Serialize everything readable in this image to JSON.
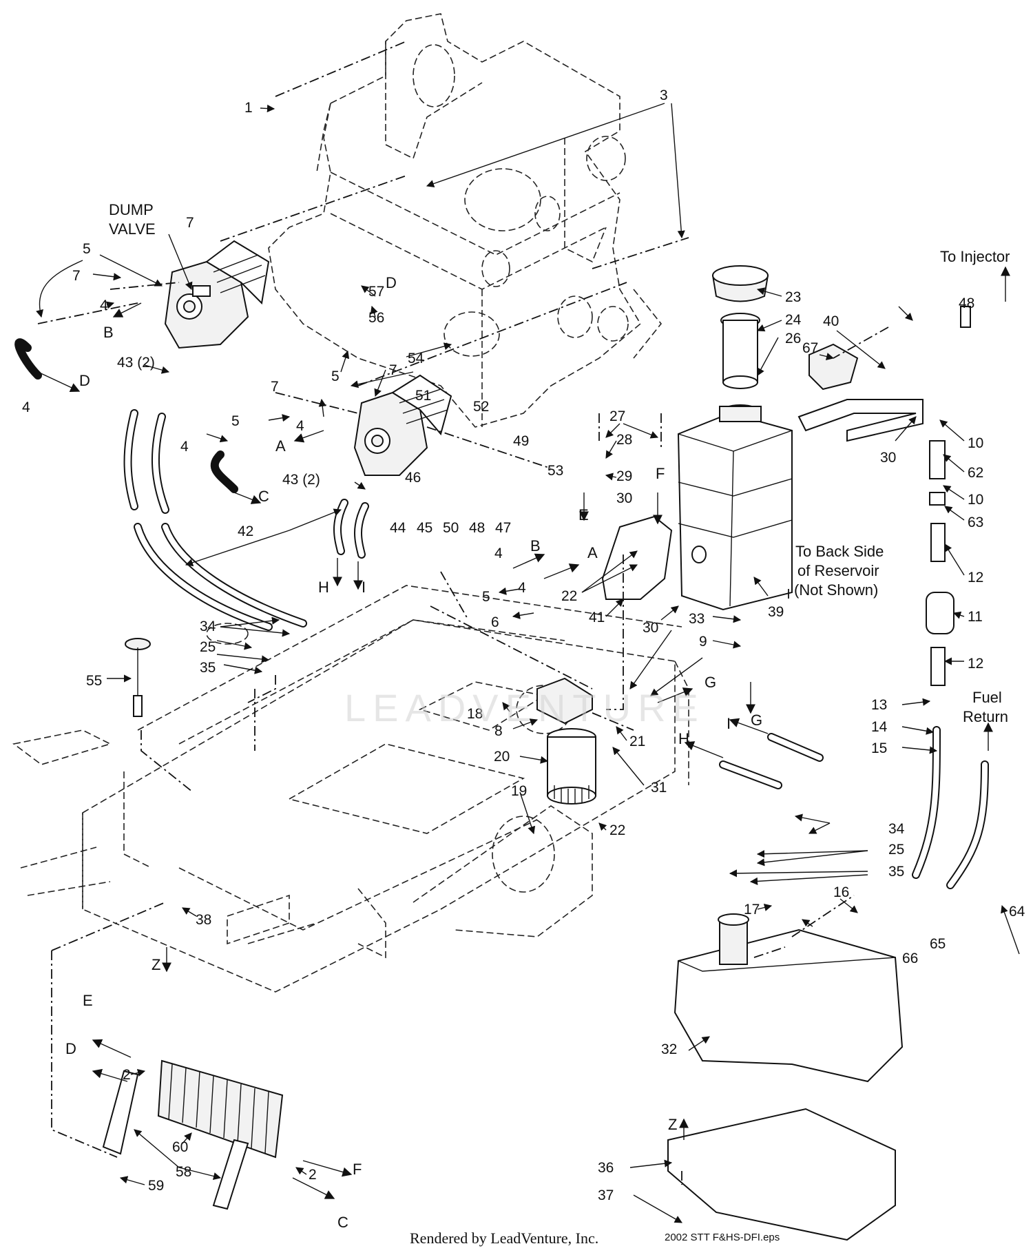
{
  "diagram": {
    "labels": {
      "dump_valve_line1": "DUMP",
      "dump_valve_line2": "VALVE",
      "to_injector": "To Injector",
      "back_side_line1": "To Back Side",
      "back_side_line2": "of Reservoir",
      "back_side_line3": "(Not Shown)",
      "fuel_return_line1": "Fuel",
      "fuel_return_line2": "Return"
    },
    "callouts": [
      {
        "id": "c1",
        "text": "1"
      },
      {
        "id": "c3",
        "text": "3"
      },
      {
        "id": "c7a",
        "text": "7"
      },
      {
        "id": "c5a",
        "text": "5"
      },
      {
        "id": "c7b",
        "text": "7"
      },
      {
        "id": "c4a",
        "text": "4"
      },
      {
        "id": "cBa",
        "text": "B"
      },
      {
        "id": "c43a",
        "text": "43 (2)"
      },
      {
        "id": "c4b",
        "text": "4"
      },
      {
        "id": "cDa",
        "text": "D"
      },
      {
        "id": "c57",
        "text": "57"
      },
      {
        "id": "c56",
        "text": "56"
      },
      {
        "id": "c54",
        "text": "54"
      },
      {
        "id": "cDb",
        "text": "D"
      },
      {
        "id": "c7c",
        "text": "7"
      },
      {
        "id": "c5b",
        "text": "5"
      },
      {
        "id": "c7d",
        "text": "7"
      },
      {
        "id": "c51",
        "text": "51"
      },
      {
        "id": "c5c",
        "text": "5"
      },
      {
        "id": "c4c",
        "text": "4"
      },
      {
        "id": "cAa",
        "text": "A"
      },
      {
        "id": "c4d",
        "text": "4"
      },
      {
        "id": "cCa",
        "text": "C"
      },
      {
        "id": "c43b",
        "text": "43 (2)"
      },
      {
        "id": "c52",
        "text": "52"
      },
      {
        "id": "c49",
        "text": "49"
      },
      {
        "id": "c46",
        "text": "46"
      },
      {
        "id": "c44",
        "text": "44"
      },
      {
        "id": "c45",
        "text": "45"
      },
      {
        "id": "c50",
        "text": "50"
      },
      {
        "id": "c48a",
        "text": "48"
      },
      {
        "id": "c47",
        "text": "47"
      },
      {
        "id": "c53",
        "text": "53"
      },
      {
        "id": "cEa",
        "text": "E"
      },
      {
        "id": "c42",
        "text": "42"
      },
      {
        "id": "cH1",
        "text": "H"
      },
      {
        "id": "cI1",
        "text": "I"
      },
      {
        "id": "c34a",
        "text": "34"
      },
      {
        "id": "c25a",
        "text": "25"
      },
      {
        "id": "c35a",
        "text": "35"
      },
      {
        "id": "c55",
        "text": "55"
      },
      {
        "id": "c27",
        "text": "27"
      },
      {
        "id": "c28",
        "text": "28"
      },
      {
        "id": "c29",
        "text": "29"
      },
      {
        "id": "cFa",
        "text": "F"
      },
      {
        "id": "c30a",
        "text": "30"
      },
      {
        "id": "c23",
        "text": "23"
      },
      {
        "id": "c24",
        "text": "24"
      },
      {
        "id": "c26",
        "text": "26"
      },
      {
        "id": "c40",
        "text": "40"
      },
      {
        "id": "c30b",
        "text": "30"
      },
      {
        "id": "c48b",
        "text": "48"
      },
      {
        "id": "c67",
        "text": "67"
      },
      {
        "id": "c10a",
        "text": "10"
      },
      {
        "id": "c62",
        "text": "62"
      },
      {
        "id": "c10b",
        "text": "10"
      },
      {
        "id": "c63",
        "text": "63"
      },
      {
        "id": "c12a",
        "text": "12"
      },
      {
        "id": "c11",
        "text": "11"
      },
      {
        "id": "c12b",
        "text": "12"
      },
      {
        "id": "c13",
        "text": "13"
      },
      {
        "id": "c14",
        "text": "14"
      },
      {
        "id": "c15",
        "text": "15"
      },
      {
        "id": "c4e",
        "text": "4"
      },
      {
        "id": "cBb",
        "text": "B"
      },
      {
        "id": "cAb",
        "text": "A"
      },
      {
        "id": "c5d",
        "text": "5"
      },
      {
        "id": "c4f",
        "text": "4"
      },
      {
        "id": "c6",
        "text": "6"
      },
      {
        "id": "c22a",
        "text": "22"
      },
      {
        "id": "c41",
        "text": "41"
      },
      {
        "id": "c30c",
        "text": "30"
      },
      {
        "id": "c33",
        "text": "33"
      },
      {
        "id": "c39",
        "text": "39"
      },
      {
        "id": "c9",
        "text": "9"
      },
      {
        "id": "cGa",
        "text": "G"
      },
      {
        "id": "cGb",
        "text": "G"
      },
      {
        "id": "c18",
        "text": "18"
      },
      {
        "id": "c8",
        "text": "8"
      },
      {
        "id": "c21",
        "text": "21"
      },
      {
        "id": "c20",
        "text": "20"
      },
      {
        "id": "c31",
        "text": "31"
      },
      {
        "id": "c19",
        "text": "19"
      },
      {
        "id": "c22b",
        "text": "22"
      },
      {
        "id": "cH2",
        "text": "H"
      },
      {
        "id": "cI2",
        "text": "I"
      },
      {
        "id": "c34b",
        "text": "34"
      },
      {
        "id": "c25b",
        "text": "25"
      },
      {
        "id": "c35b",
        "text": "35"
      },
      {
        "id": "c38",
        "text": "38"
      },
      {
        "id": "cZa",
        "text": "Z"
      },
      {
        "id": "c16",
        "text": "16"
      },
      {
        "id": "c17",
        "text": "17"
      },
      {
        "id": "c66",
        "text": "66"
      },
      {
        "id": "c65",
        "text": "65"
      },
      {
        "id": "c64",
        "text": "64"
      },
      {
        "id": "c32",
        "text": "32"
      },
      {
        "id": "cEb",
        "text": "E"
      },
      {
        "id": "c2a",
        "text": "2"
      },
      {
        "id": "cDc",
        "text": "D"
      },
      {
        "id": "c60",
        "text": "60"
      },
      {
        "id": "c58",
        "text": "58"
      },
      {
        "id": "c59",
        "text": "59"
      },
      {
        "id": "c2b",
        "text": "2"
      },
      {
        "id": "cFb",
        "text": "F"
      },
      {
        "id": "cCb",
        "text": "C"
      },
      {
        "id": "c36",
        "text": "36"
      },
      {
        "id": "c37",
        "text": "37"
      },
      {
        "id": "cZb",
        "text": "Z"
      }
    ]
  },
  "watermark": "LEADVENTURE",
  "footer": {
    "rendered_by": "Rendered by LeadVenture, Inc.",
    "filename": "2002 STT F&HS-DFI.eps"
  }
}
